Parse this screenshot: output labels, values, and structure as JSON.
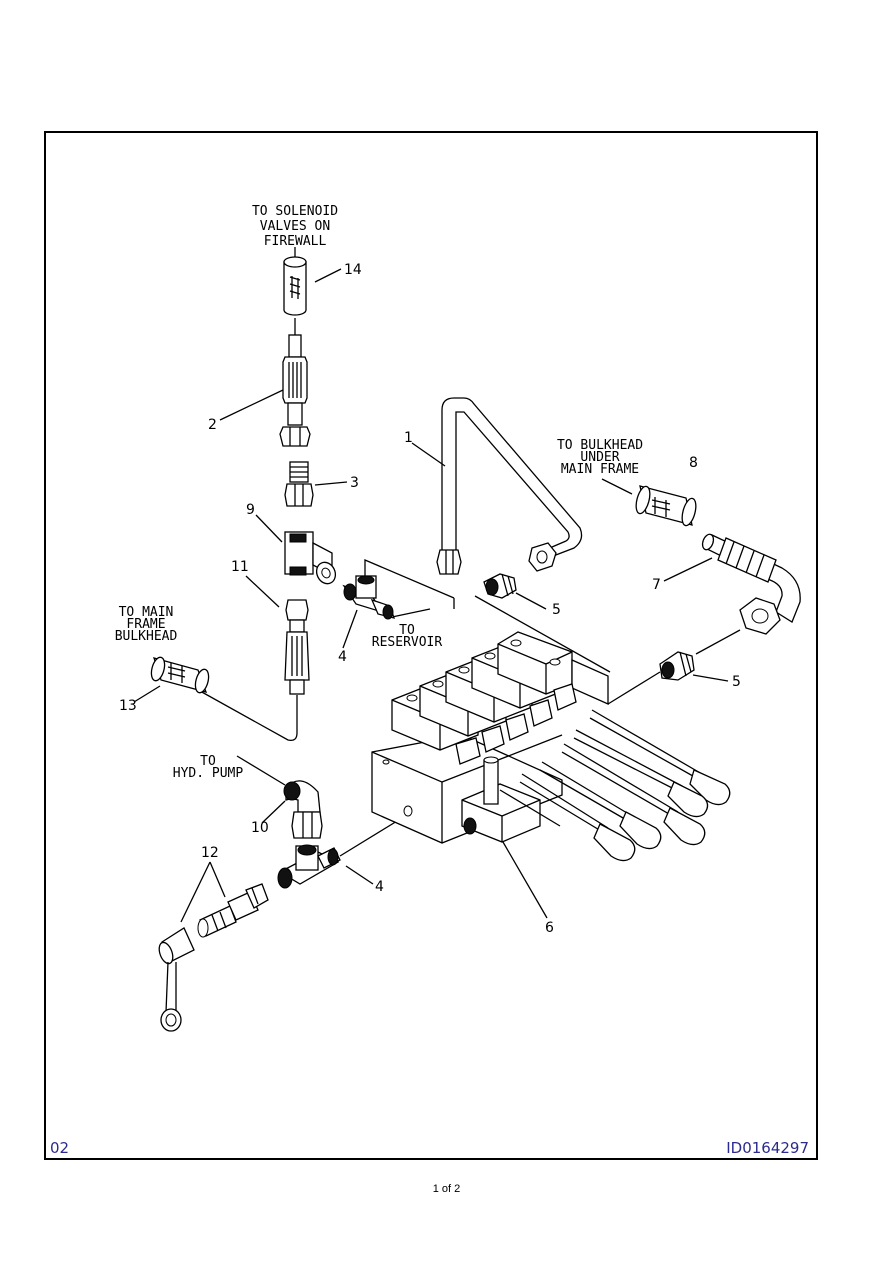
{
  "figure": {
    "id_left": "02",
    "id_right": "ID0164297",
    "page": "1 of 2"
  },
  "labels": {
    "solenoid": [
      "TO SOLENOID",
      "VALVES ON",
      "FIREWALL"
    ],
    "bulkhead_under": [
      "TO BULKHEAD",
      "UNDER",
      "MAIN FRAME"
    ],
    "main_frame": [
      "TO MAIN",
      "FRAME",
      "BULKHEAD"
    ],
    "reservoir": [
      "TO",
      "RESERVOIR"
    ],
    "pump": [
      "TO",
      "HYD. PUMP"
    ]
  },
  "callouts": [
    "14",
    "2",
    "3",
    "9",
    "11",
    "13",
    "1",
    "8",
    "7",
    "5",
    "5",
    "4",
    "4",
    "10",
    "12",
    "6"
  ]
}
